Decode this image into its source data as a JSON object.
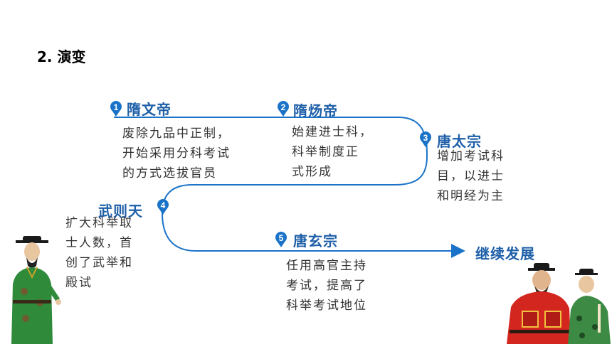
{
  "title": "2. 演变",
  "accent_color": "#1a73c8",
  "nodes": [
    {
      "num": "1",
      "label": "隋文帝",
      "desc": [
        "废除九品中正制，",
        "开始采用分科考试",
        "的方式选拔官员"
      ]
    },
    {
      "num": "2",
      "label": "隋炀帝",
      "desc": [
        "始建进士科，",
        "科举制度正",
        "式形成"
      ]
    },
    {
      "num": "3",
      "label": "唐太宗",
      "desc": [
        "增加考试科",
        "目，以进士",
        "和明经为主"
      ]
    },
    {
      "num": "4",
      "label": "武则天",
      "desc": [
        "扩大科举取",
        "士人数，首",
        "创了武举和",
        "殿试"
      ]
    },
    {
      "num": "5",
      "label": "唐玄宗",
      "desc": [
        "任用高官主持",
        "考试，提高了",
        "科举考试地位"
      ]
    }
  ],
  "end_label": "继续发展",
  "illustrations": [
    "official-in-green-robe-icon",
    "two-officials-icon"
  ]
}
